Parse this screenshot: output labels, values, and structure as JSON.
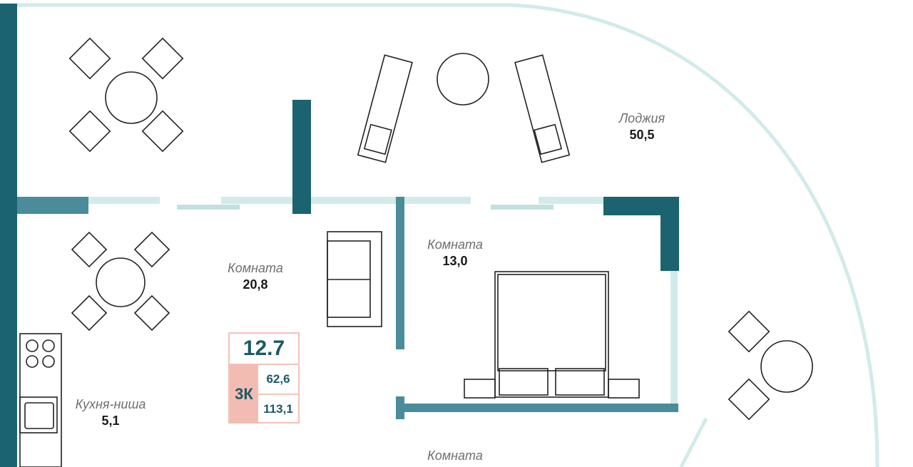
{
  "colors": {
    "wall_dark": "#1b6370",
    "wall_mid": "#4a8c99",
    "wall_light": "#d2ebea",
    "badge_pink": "#f3bcb2",
    "badge_text": "#1b5a66"
  },
  "rooms": [
    {
      "name": "Лоджия",
      "area": "50,5"
    },
    {
      "name": "Комната",
      "area": "20,8"
    },
    {
      "name": "Комната",
      "area": "13,0"
    },
    {
      "name": "Кухня-ниша",
      "area": "5,1"
    },
    {
      "name": "Комната",
      "area": ""
    }
  ],
  "badge": {
    "number": "12.7",
    "type": "3К",
    "living_area": "62,6",
    "total_area": "113,1"
  }
}
